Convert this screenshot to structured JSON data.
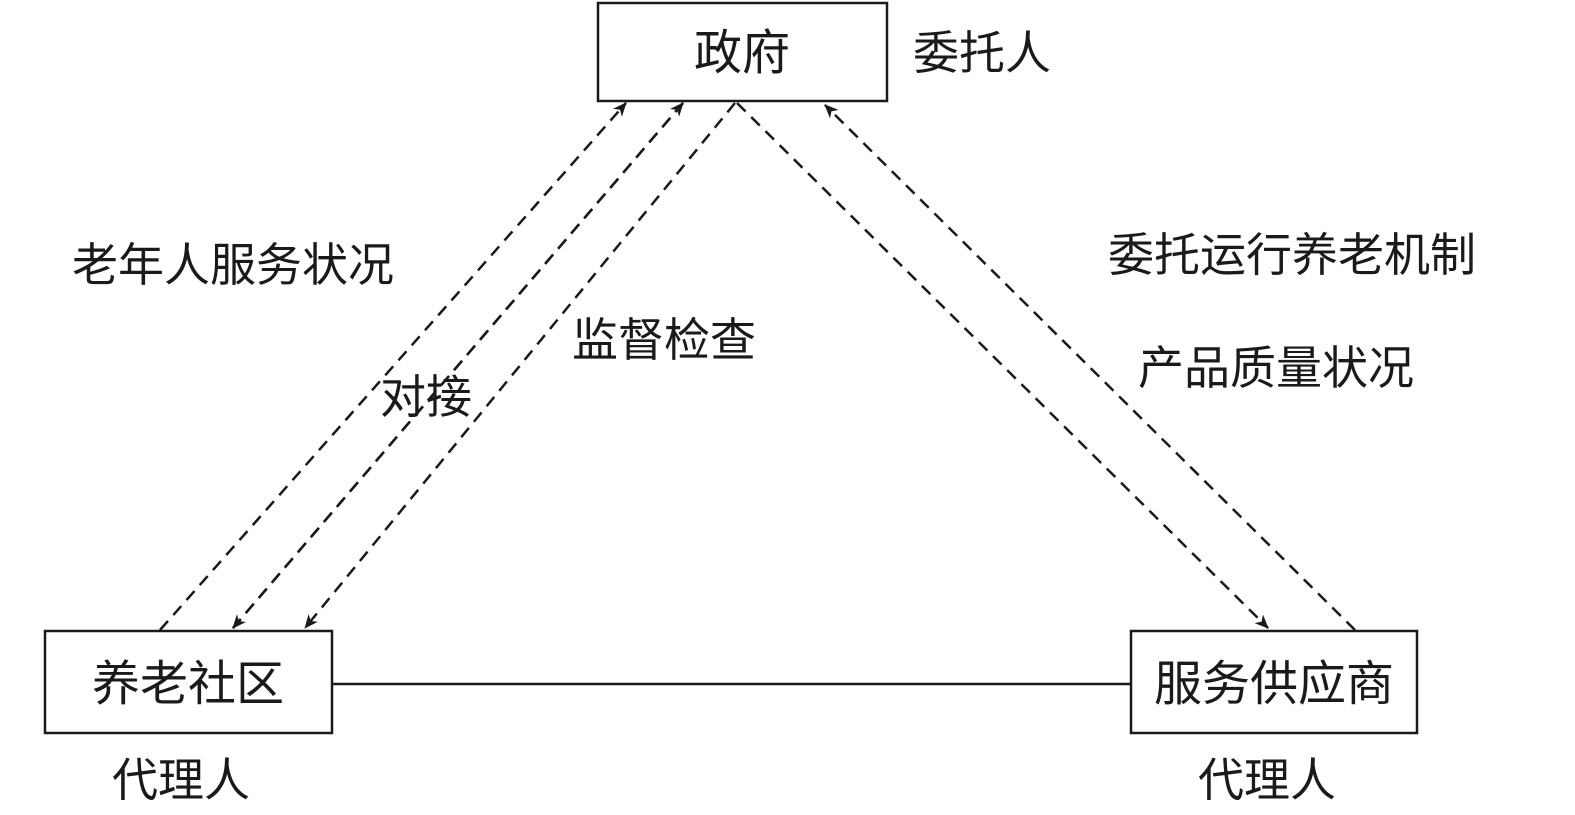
{
  "nodes": {
    "government": {
      "label": "政府",
      "role": "委托人"
    },
    "community": {
      "label": "养老社区",
      "role": "代理人"
    },
    "provider": {
      "label": "服务供应商",
      "role": "代理人"
    }
  },
  "edges": {
    "elderly_status": "老年人服务状况",
    "docking": "对接",
    "supervision": "监督检查",
    "entrust_mechanism": "委托运行养老机制",
    "product_quality": "产品质量状况"
  },
  "colors": {
    "line": "#1a1a1a",
    "background": "#ffffff"
  }
}
